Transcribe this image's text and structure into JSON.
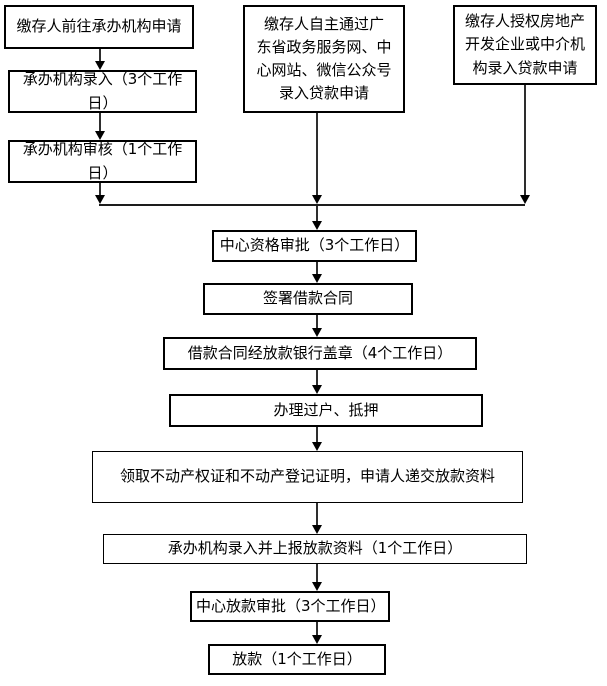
{
  "boxes": {
    "apply_at_institution": {
      "label": "缴存人前往承办机构申请"
    },
    "institution_entry": {
      "label": "承办机构录入（3个工作日）"
    },
    "institution_review": {
      "label": "承办机构审核（1个工作日）"
    },
    "online_self_apply": {
      "label": "缴存人自主通过广\n东省政务服务网、中\n心网站、微信公众号\n录入贷款申请"
    },
    "authorized_agency_apply": {
      "label": "缴存人授权房地产\n开发企业或中介机\n构录入贷款申请"
    },
    "center_qualification_approval": {
      "label": "中心资格审批（3个工作日）"
    },
    "sign_loan_contract": {
      "label": "签署借款合同"
    },
    "bank_stamp_contract": {
      "label": "借款合同经放款银行盖章（4个工作日）"
    },
    "transfer_and_mortgage": {
      "label": "办理过户、抵押"
    },
    "collect_certificates_submit_materials": {
      "label": "领取不动产权证和不动产登记证明，申请人递交放款资料"
    },
    "entry_upload_loan_materials": {
      "label": "承办机构录入并上报放款资料（1个工作日）"
    },
    "center_disbursement_approval": {
      "label": "中心放款审批（3个工作日）"
    },
    "disbursement": {
      "label": "放款（1个工作日）"
    }
  },
  "colors": {
    "background": "#ffffff",
    "box_border": "#000000",
    "text": "#000000",
    "arrow": "#000000"
  }
}
